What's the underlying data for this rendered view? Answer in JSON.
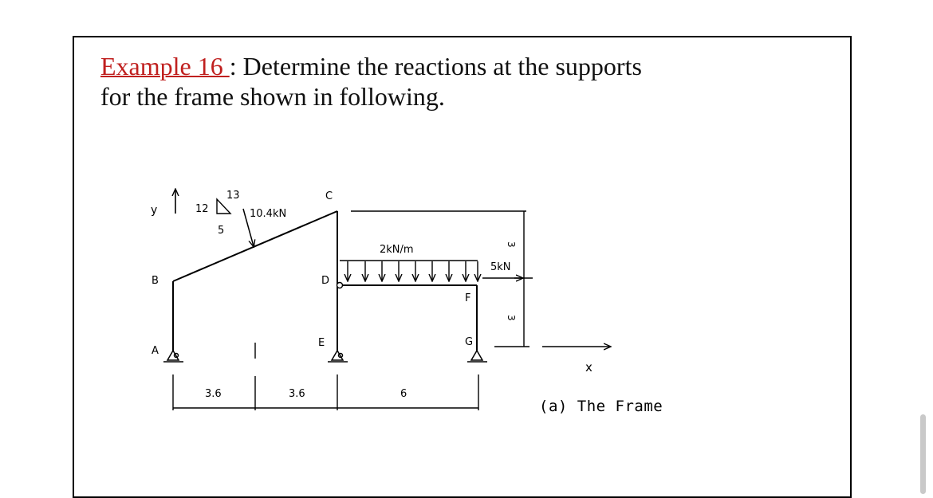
{
  "example": {
    "label": "Example 16 ",
    "colon": ": ",
    "title_rest": "Determine the reactions at the supports",
    "line2": "for the frame shown in following."
  },
  "figure": {
    "axis_y": "y",
    "axis_x": "x",
    "slope_12": "12",
    "slope_13": "13",
    "slope_5": "5",
    "force_inclined": "10.4kN",
    "udl": "2kN/m",
    "force_horizontal": "5kN",
    "node_A": "A",
    "node_B": "B",
    "node_C": "C",
    "node_D": "D",
    "node_E": "E",
    "node_F": "F",
    "node_G": "G",
    "dim_1": "3.6",
    "dim_2": "3.6",
    "dim_3": "6",
    "height_upper": "3",
    "height_lower": "3",
    "caption": "(a) The Frame"
  }
}
